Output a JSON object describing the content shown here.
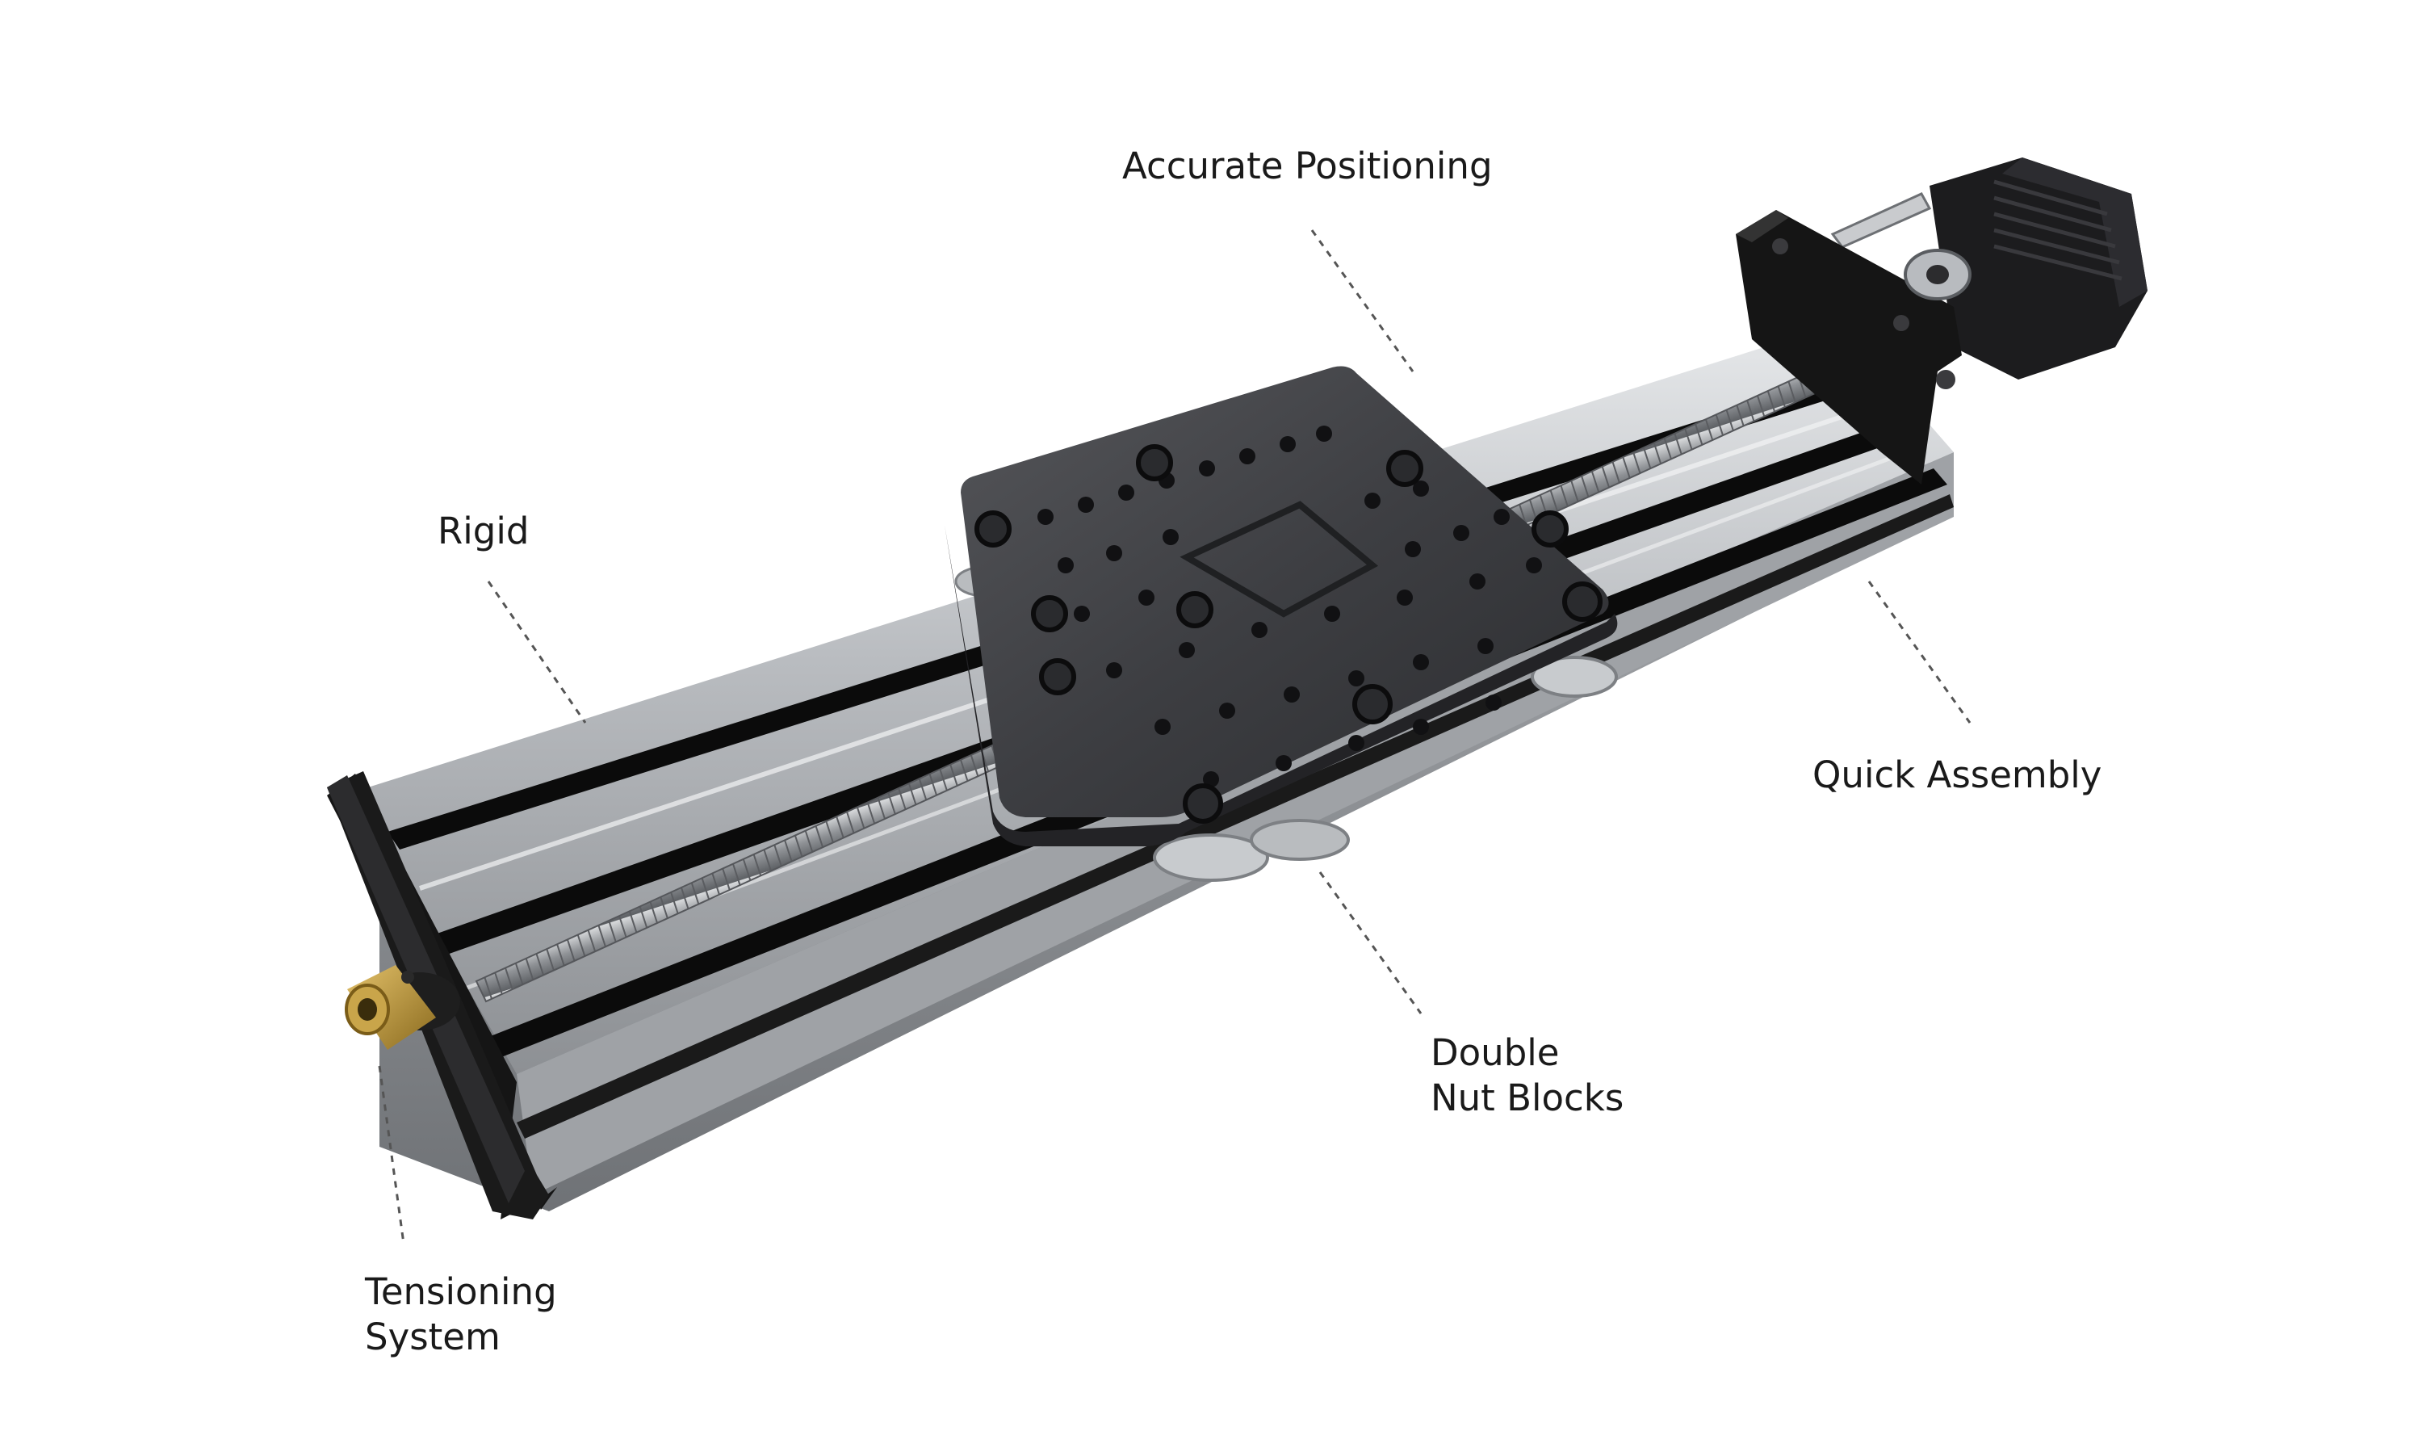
{
  "callouts": {
    "accurate_positioning": "Accurate Positioning",
    "rigid": "Rigid",
    "quick_assembly": "Quick Assembly",
    "double_nut_blocks": [
      "Double",
      "Nut Blocks"
    ],
    "tensioning_system": [
      "Tensioning",
      "System"
    ]
  },
  "colors": {
    "background": "#ffffff",
    "aluminum": "#c3c6ca",
    "slot_black": "#0b0b0b",
    "plate": "#3c3d40",
    "end_plate": "#151515",
    "motor": "#1c1c1e",
    "lead_screw": "#9ea0a3",
    "brass": "#b8902f",
    "leader_line": "#555555"
  },
  "icons": {
    "assembly": "linear-actuator-illustration"
  }
}
